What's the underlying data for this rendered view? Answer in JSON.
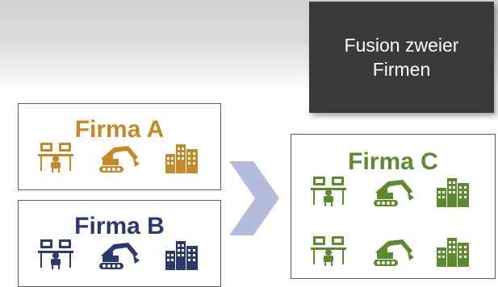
{
  "title_box": {
    "line1": "Fusion zweier",
    "line2": "Firmen"
  },
  "firms": {
    "a": {
      "name": "Firma A",
      "color": "#c48a2a"
    },
    "b": {
      "name": "Firma B",
      "color": "#2b3a6e"
    },
    "c": {
      "name": "Firma C",
      "color": "#5d8a2e"
    }
  },
  "arrow_color": "#b4bcde",
  "icons": [
    "office-workers-icon",
    "excavator-icon",
    "city-buildings-icon"
  ]
}
